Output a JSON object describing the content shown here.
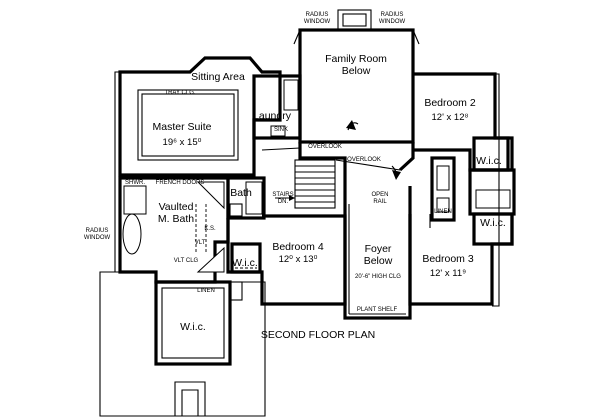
{
  "plan_title": "SECOND FLOOR PLAN",
  "rooms": {
    "family_room": {
      "name": "Family Room",
      "sub": "Below"
    },
    "sitting_area": {
      "name": "Sitting Area"
    },
    "master_suite": {
      "name": "Master Suite",
      "dims": "19⁶ x 15⁰"
    },
    "bedroom2": {
      "name": "Bedroom 2",
      "dims": "12' x 12⁸"
    },
    "bedroom3": {
      "name": "Bedroom 3",
      "dims": "12' x 11⁹"
    },
    "bedroom4": {
      "name": "Bedroom 4",
      "dims": "12⁰ x 13⁰"
    },
    "foyer": {
      "name": "Foyer",
      "sub": "Below",
      "note": "20'-6\" HIGH CLG"
    },
    "vaulted_bath": {
      "name": "Vaulted",
      "sub": "M. Bath"
    },
    "laundry": {
      "name": "Laundry"
    },
    "bath": {
      "name": "Bath"
    }
  },
  "closets": {
    "wic_master": "W.i.c.",
    "wic_bed4": "W.i.c.",
    "wic_bed2": "W.i.c.",
    "wic_bed3": "W.i.c."
  },
  "notes": {
    "radius_window_top_left": "RADIUS",
    "radius_window_top_left_2": "WINDOW",
    "radius_window_top_right": "RADIUS",
    "radius_window_top_right_2": "WINDOW",
    "radius_window_left": "RADIUS",
    "radius_window_left_2": "WINDOW",
    "tray_clg": "TRAY CLG.",
    "french_doors": "FRENCH DOORS",
    "overlook1": "OVERLOOK",
    "overlook2": "OVERLOOK",
    "open_rail": "OPEN",
    "open_rail_2": "RAIL",
    "stairs": "STAIRS",
    "stairs_dn": "DN.",
    "plant_shelf": "PLANT SHELF",
    "linen_master": "LINEN",
    "linen_hall": "LINEN",
    "sink": "SINK",
    "shwr": "SHWR.",
    "ks": "K.S.",
    "vlt": "VLT",
    "vlt_clg": "VLT CLG"
  }
}
